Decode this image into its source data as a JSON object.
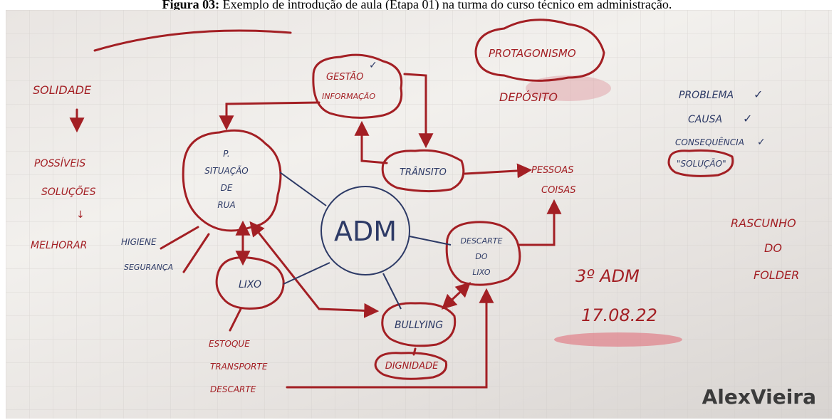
{
  "caption": {
    "figure_label": "Figura 03:",
    "text": " Exemplo de introdução de aula (Etapa 01) na turma do curso técnico em administração."
  },
  "whiteboard": {
    "center": "ADM",
    "protagonismo": "PROTAGONISMO",
    "deposito": "DEPÓSITO",
    "gestao": "GESTÃO",
    "informacao": "INFORMAÇÃO",
    "situacao_rua": [
      "P.",
      "SITUAÇÃO",
      "DE",
      "RUA"
    ],
    "transito": "TRÂNSITO",
    "pessoas_coisas": [
      "PESSOAS",
      "COISAS"
    ],
    "descarte_lixo": [
      "DESCARTE",
      "DO",
      "LIXO"
    ],
    "lixo": "LIXO",
    "bullying": "BULLYING",
    "dignidade": "DIGNIDADE",
    "higiene_seguranca": [
      "HIGIENE",
      "SEGURANÇA"
    ],
    "estoque_list": [
      "ESTOQUE",
      "TRANSPORTE",
      "DESCARTE"
    ],
    "left_list": [
      "SOLIDADE",
      "POSSÍVEIS",
      "SOLUÇÕES",
      "MELHORAR"
    ],
    "checklist": [
      "PROBLEMA",
      "CAUSA",
      "CONSEQUÊNCIA"
    ],
    "solucao": "\"SOLUÇÃO\"",
    "rascunho": [
      "RASCUNHO",
      "DO",
      "FOLDER"
    ],
    "class": "3º ADM",
    "date": "17.08.22"
  },
  "watermark": "AlexVieira"
}
